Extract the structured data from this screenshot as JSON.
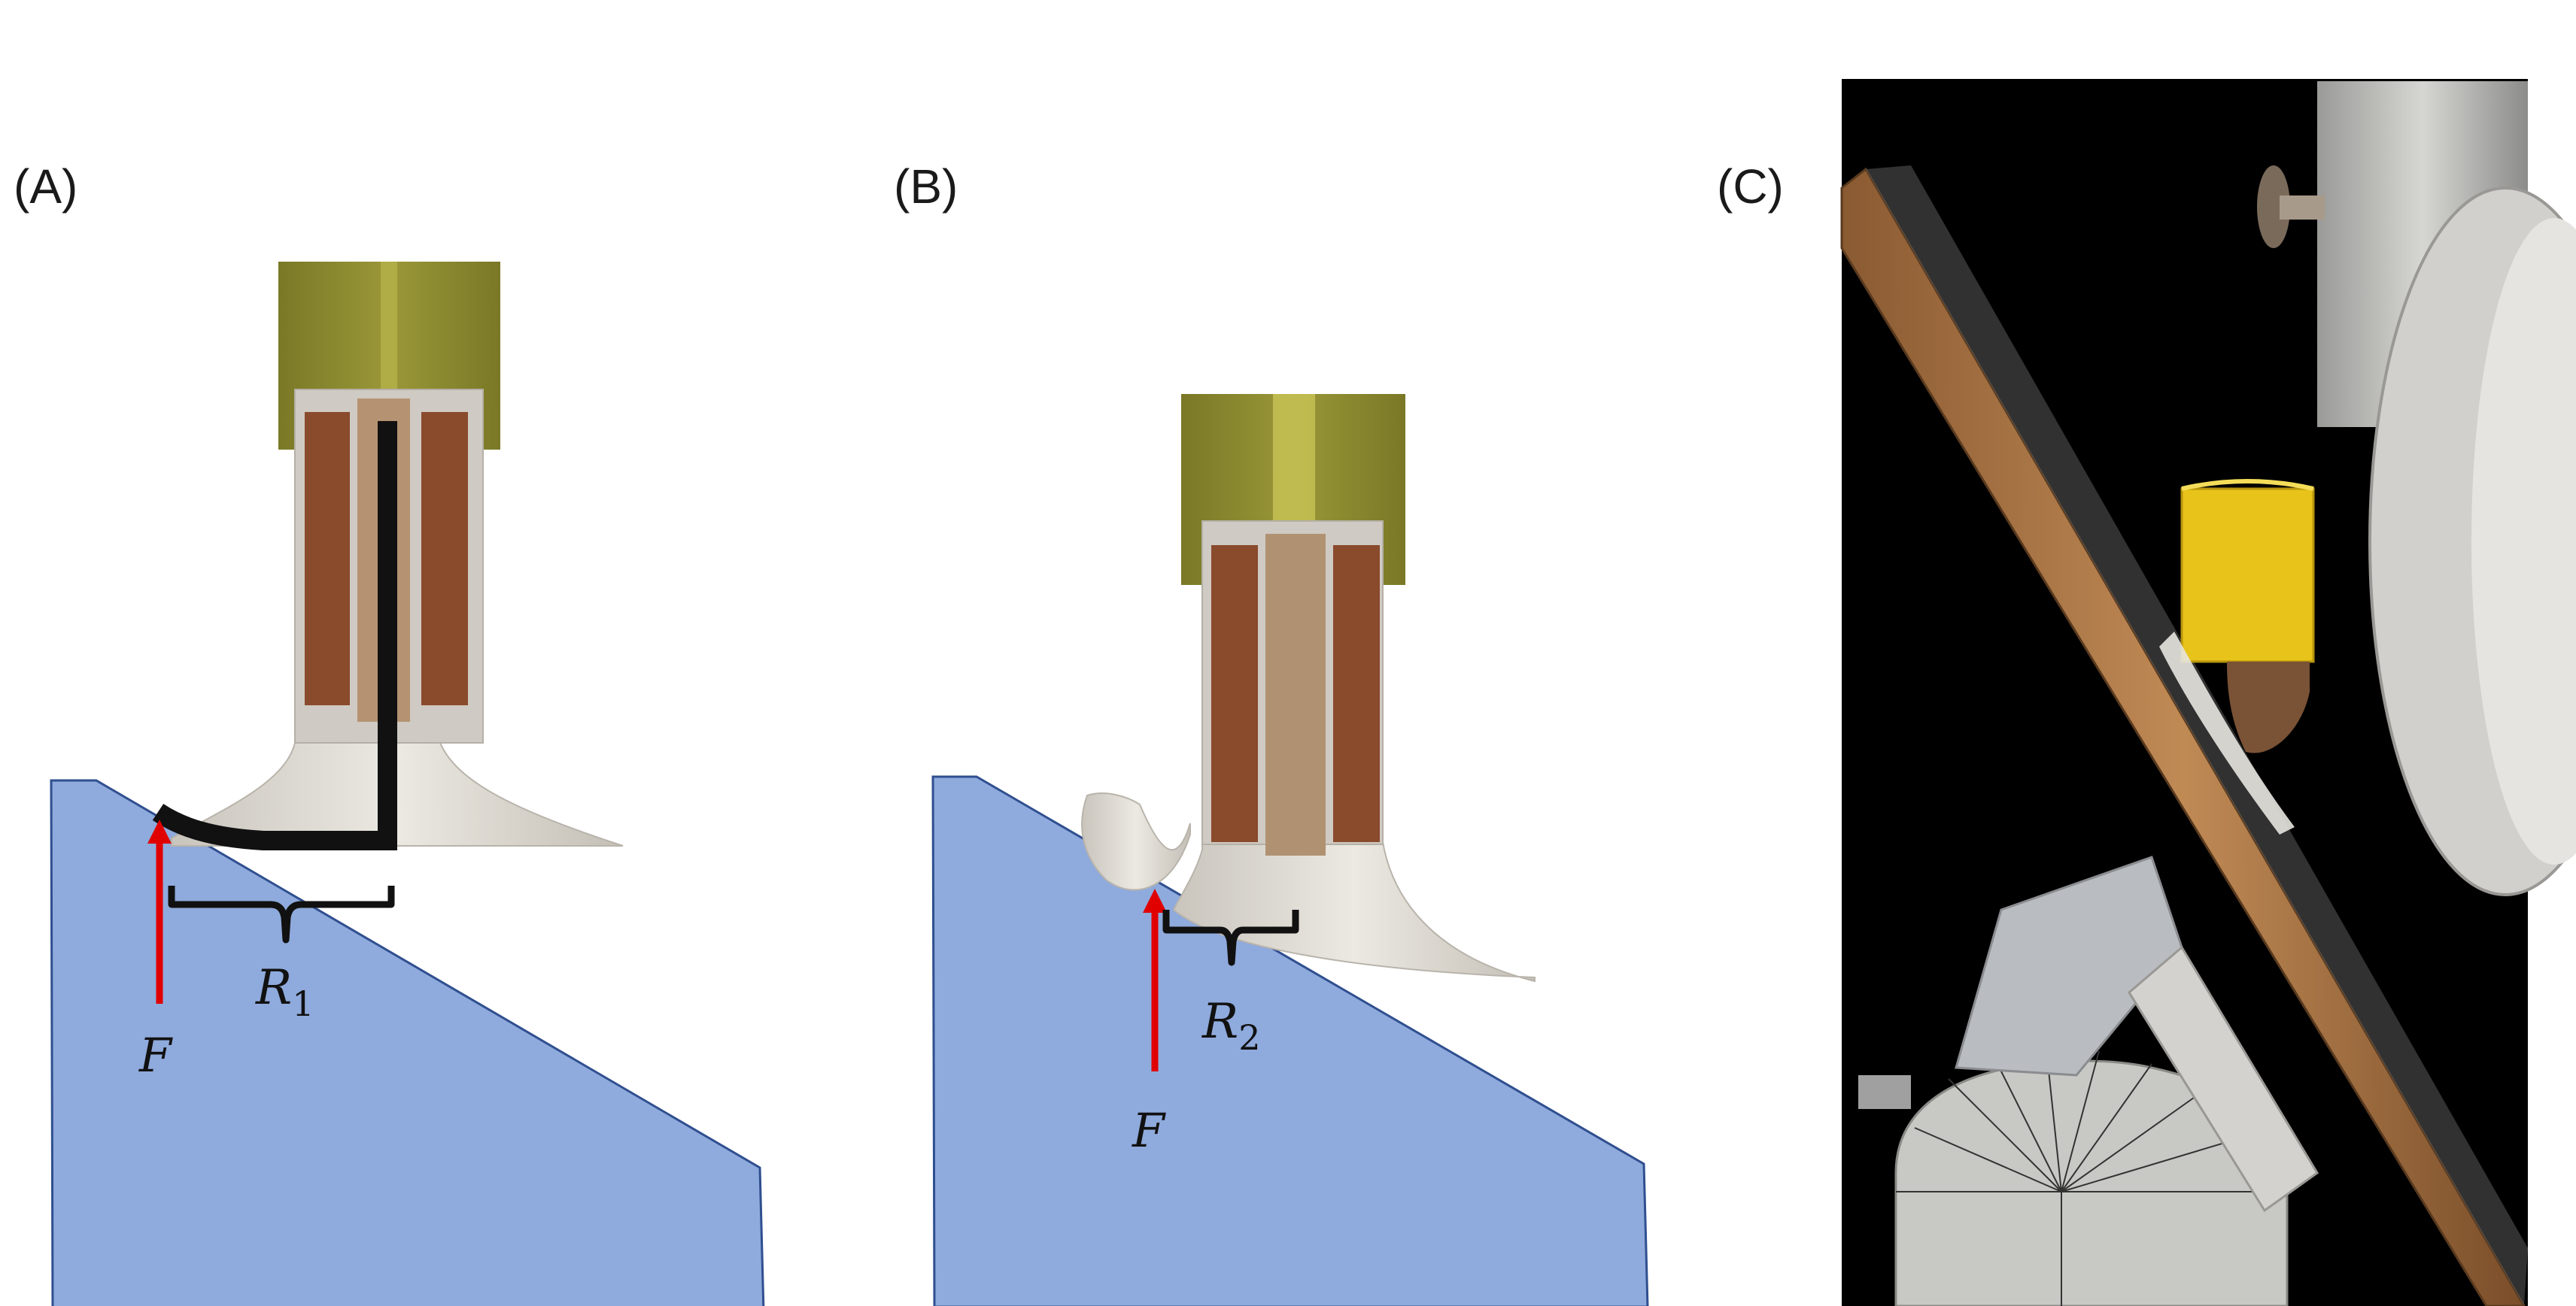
{
  "panels": [
    {
      "label": "(A)",
      "force_label": "F",
      "radius_label": "R",
      "radius_subscript": "1"
    },
    {
      "label": "(B)",
      "force_label": "F",
      "radius_label": "R",
      "radius_subscript": "2"
    },
    {
      "label": "(C)"
    }
  ],
  "colors": {
    "wedge_fill": "#8faadc",
    "wedge_stroke": "#2f4f8f",
    "force_arrow": "#e00000",
    "holder": "#8c8a2e",
    "sleeve": "#cfcac3",
    "coil": "#8a4a2c",
    "tip_body": "#dedad2",
    "lever": "#111111",
    "photo_bg": "#000000",
    "printed_part": "#e8c31a"
  }
}
